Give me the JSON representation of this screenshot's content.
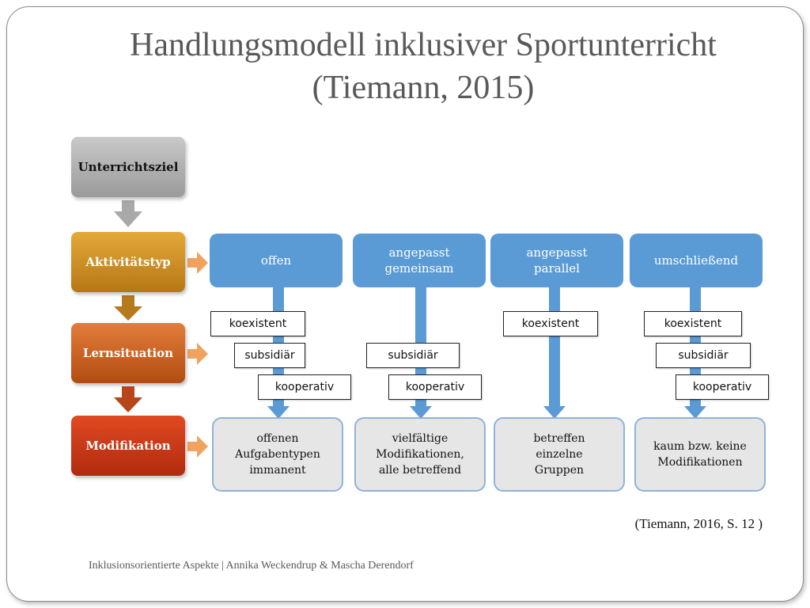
{
  "title": {
    "line1": "Handlungsmodell inklusiver Sportunterricht",
    "line2": "(Tiemann, 2015)"
  },
  "phases": [
    "Unterrichtsziel",
    "Aktivitätstyp",
    "Lernsituation",
    "Modifikation"
  ],
  "columns": [
    {
      "type": "offen",
      "situations": [
        "koexistent",
        "subsidiär",
        "kooperativ"
      ],
      "modification": "offenen\nAufgabentypen\nimmanent"
    },
    {
      "type": "angepasst\ngemeinsam",
      "situations": [
        "subsidiär",
        "kooperativ"
      ],
      "modification": "vielfältige\nModifikationen,\nalle betreffend"
    },
    {
      "type": "angepasst\nparallel",
      "situations": [
        "koexistent"
      ],
      "modification": "betreffen\neinzelne\nGruppen"
    },
    {
      "type": "umschließend",
      "situations": [
        "koexistent",
        "subsidiär",
        "kooperativ"
      ],
      "modification": "kaum bzw. keine\nModifikationen"
    }
  ],
  "citation": "(Tiemann, 2016, S. 12 )",
  "footer": "Inklusionsorientierte Aspekte | Annika Weckendrup & Mascha Derendorf",
  "colors": {
    "type_box": "#5b9bd5",
    "arrow_orange": "#f0a35e",
    "phase_gray": "#a6a6a6",
    "phase_gold": "#c9891f",
    "phase_orange": "#c9601f",
    "phase_red": "#c83a17"
  }
}
